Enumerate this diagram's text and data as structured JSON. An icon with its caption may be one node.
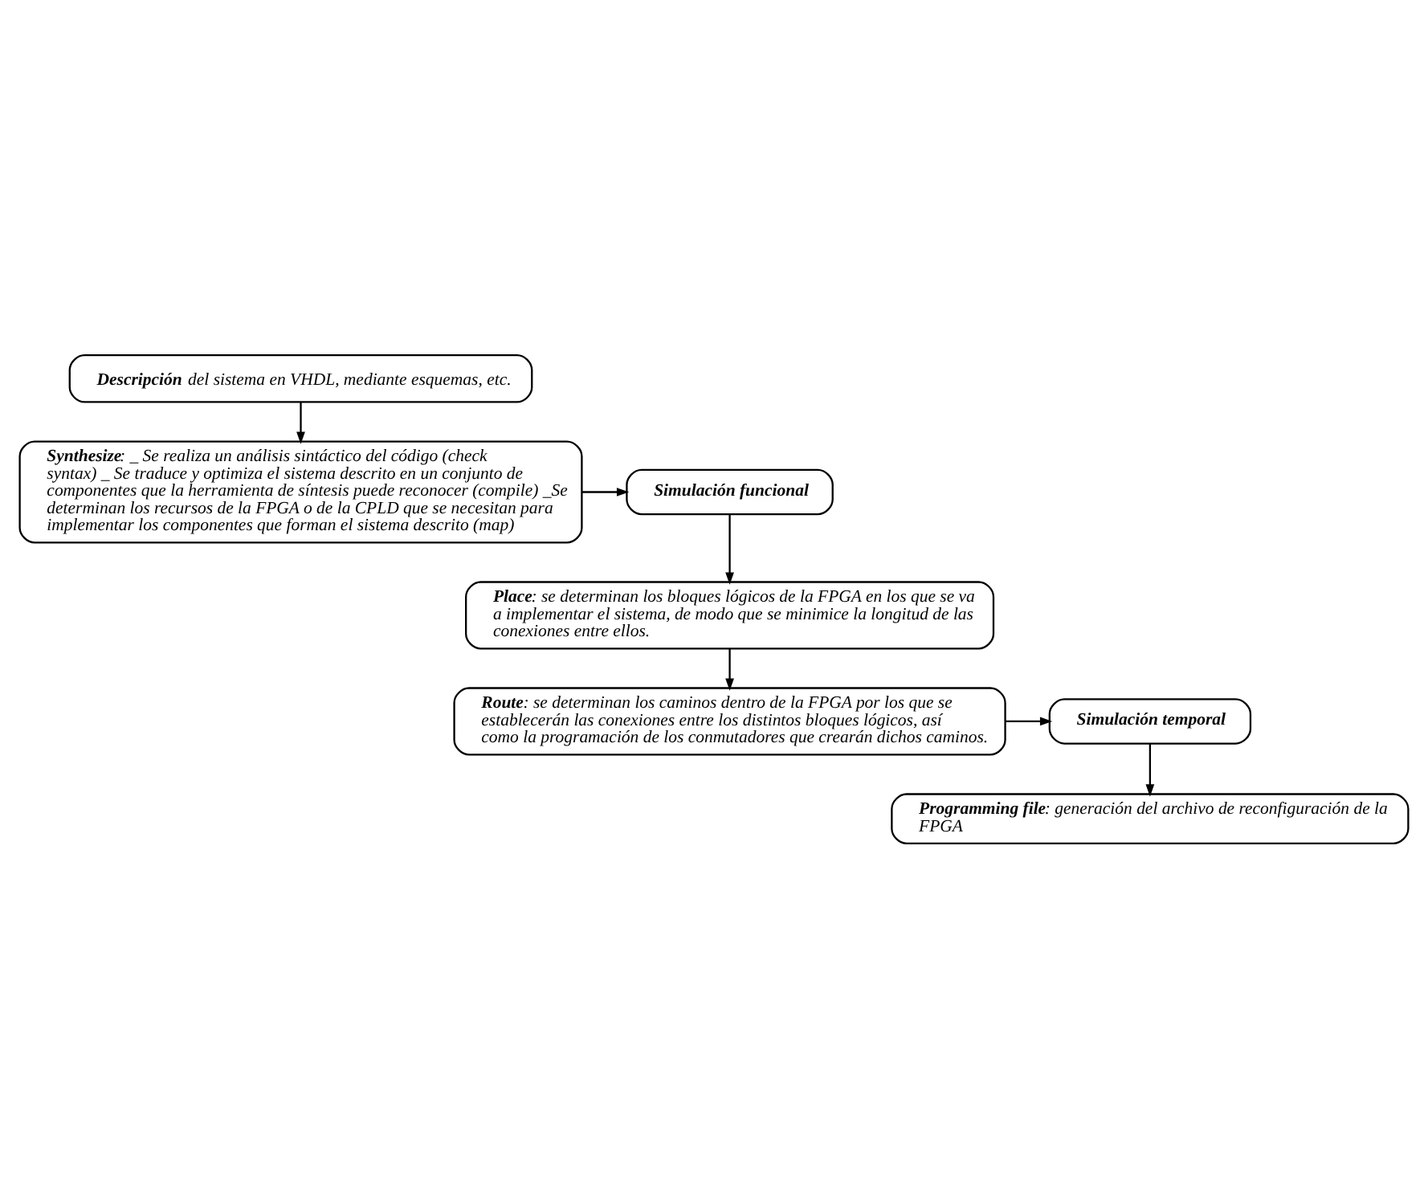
{
  "diagram": {
    "nodes": [
      {
        "text": [
          "**Descripción** del sistema en VHDL, mediante esquemas, etc."
        ]
      },
      {
        "text": [
          "**Synthesize**: _ Se realiza un análisis sintáctico del código (check syntax) _ Se traduce y optimiza el sistema descrito en un conjunto de componentes que la herramienta de síntesis puede reconocer (compile) _Se determinan los recursos de la FPGA o de la CPLD que se necesitan para implementar los componentes que forman el sistema descrito (map)"
        ]
      },
      {
        "text": [
          "Simulación funcional"
        ]
      },
      {
        "text": [
          "**Place**: se determinan los bloques lógicos de la FPGA en los que se va a implementar el sistema, de modo que se minimice la longitud de las conexiones entre ellos."
        ]
      },
      {
        "text": [
          "**Route**: se determinan los caminos dentro de la FPGA por los que se establecerán las conexiones entre los distintos bloques lógicos, así como la programación de los conmutadores que crearán dichos caminos."
        ]
      },
      {
        "text": [
          "Simulación temporal"
        ]
      },
      {
        "text": [
          "**Programming file**: generación del archivo de reconfiguración de la FPGA"
        ]
      }
    ],
    "edges": [
      {
        "from": 0,
        "to": 1,
        "arrow": "to"
      },
      {
        "from": 1,
        "to": 2,
        "arrow": "to"
      },
      {
        "from": 2,
        "to": 3,
        "arrow": "to"
      },
      {
        "from": 3,
        "to": 4,
        "arrow": "to"
      },
      {
        "from": 4,
        "to": 5,
        "arrow": "to"
      },
      {
        "from": 5,
        "to": 6,
        "arrow": "to"
      }
    ]
  }
}
